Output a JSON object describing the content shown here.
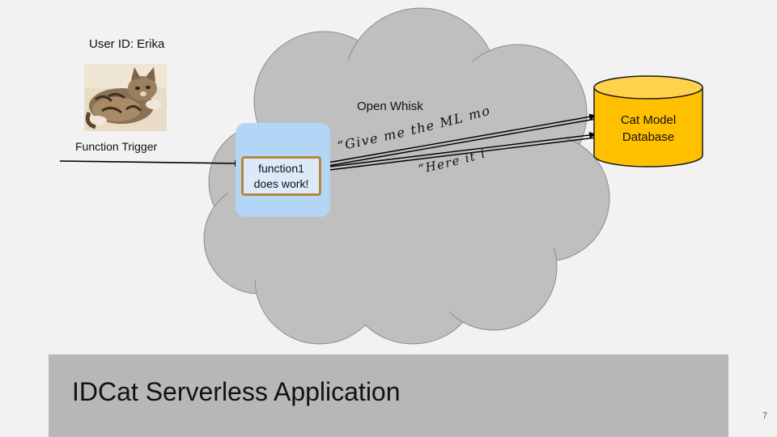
{
  "user": {
    "id_label": "User ID: Erika"
  },
  "trigger": {
    "label": "Function Trigger"
  },
  "platform": {
    "label": "Open Whisk"
  },
  "function": {
    "line1": "function1",
    "line2": "does work!"
  },
  "messages": {
    "request": "“Give me the ML model!”",
    "response": "“Here it is”"
  },
  "database": {
    "line1": "Cat Model",
    "line2": "Database"
  },
  "footer": {
    "title": "IDCat Serverless Application",
    "page_number": "7"
  },
  "colors": {
    "background": "#f2f2f2",
    "cloud": "#bfbfbf",
    "function_panel": "#b4d6f6",
    "function_border": "#b8863b",
    "database_fill": "#ffc000",
    "footer_bar": "#b7b7b7",
    "page_number": "#1f5fae"
  },
  "icons": {
    "photo": "cat-photo",
    "database": "database-cylinder-icon"
  }
}
